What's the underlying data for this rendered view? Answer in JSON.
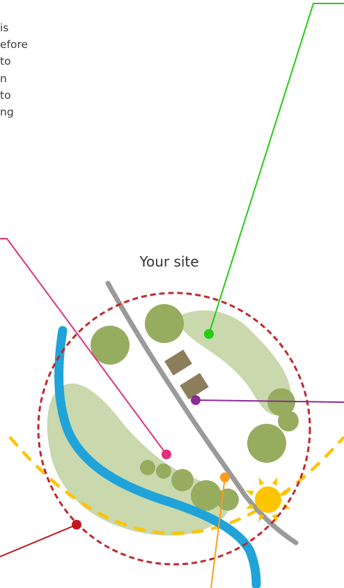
{
  "intro_text_lines": [
    "is",
    "efore",
    "to",
    "n",
    "to",
    "ng"
  ],
  "site_label": "Your site",
  "colors": {
    "site_boundary": "#c0272d",
    "water": "#1fa3d9",
    "road": "#9a9a9a",
    "vegetation": "#c9d8ad",
    "trees": "#96ad60",
    "buildings": "#8c7e5a",
    "sun": "#fdc400",
    "sun_path": "#fdc400",
    "callout_green": "#22cc11",
    "callout_purple": "#8a2a95",
    "callout_pink": "#e0307a",
    "callout_orange": "#ff9b14",
    "callout_red": "#c0171f"
  }
}
